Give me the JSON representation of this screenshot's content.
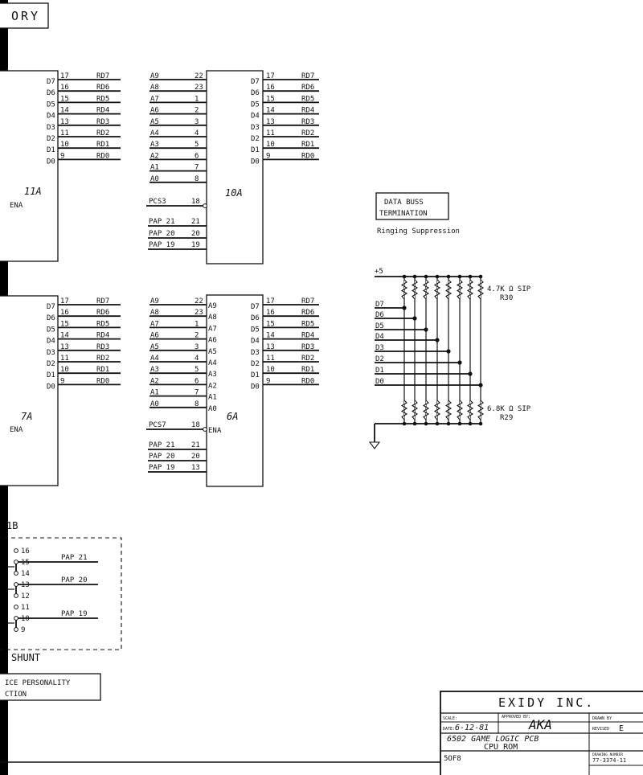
{
  "sheet_title_fragment": "ORY",
  "data_lines_right": [
    "RD7",
    "RD6",
    "RD5",
    "RD4",
    "RD3",
    "RD2",
    "RD1",
    "RD0"
  ],
  "data_pins_left_11A": [
    "D7",
    "D6",
    "D5",
    "D4",
    "D3",
    "D2",
    "D1",
    "D0"
  ],
  "data_pin_numbers": [
    "17",
    "16",
    "15",
    "14",
    "13",
    "11",
    "10",
    "9"
  ],
  "chip_11A": {
    "label": "11A",
    "enable": "ENA"
  },
  "chip_7A": {
    "label": "7A",
    "enable": "ENA"
  },
  "chip_10A": {
    "label": "10A",
    "addr_left": [
      "A9",
      "A8",
      "A7",
      "A6",
      "A5",
      "A4",
      "A3",
      "A2",
      "A1",
      "A0"
    ],
    "addr_pins": [
      "22",
      "23",
      "1",
      "2",
      "3",
      "4",
      "5",
      "6",
      "7",
      "8"
    ],
    "ctrl": [
      {
        "name": "PCS3",
        "pin": "18"
      },
      {
        "name": "PAP 21",
        "pin": "21"
      },
      {
        "name": "PAP 20",
        "pin": "20"
      },
      {
        "name": "PAP 19",
        "pin": "19"
      }
    ]
  },
  "chip_6A": {
    "label": "6A",
    "addr_left": [
      "A9",
      "A8",
      "A7",
      "A6",
      "A5",
      "A4",
      "A3",
      "A2",
      "A1",
      "A0"
    ],
    "addr_pins": [
      "22",
      "23",
      "1",
      "2",
      "3",
      "4",
      "5",
      "6",
      "7",
      "8"
    ],
    "addr_inside": [
      "A9",
      "A8",
      "A7",
      "A6",
      "A5",
      "A4",
      "A3",
      "A2",
      "A1",
      "A0"
    ],
    "enable_inside": "ENA",
    "ctrl": [
      {
        "name": "PCS7",
        "pin": "18"
      },
      {
        "name": "PAP 21",
        "pin": "21"
      },
      {
        "name": "PAP 20",
        "pin": "20"
      },
      {
        "name": "PAP 19",
        "pin": "13"
      }
    ]
  },
  "termination": {
    "box_line1": "DATA BUSS",
    "box_line2": "TERMINATION",
    "subtitle": "Ringing Suppression",
    "vcc": "+5",
    "top_sip_value": "4.7K Ω SIP",
    "top_sip_ref": "R30",
    "bottom_sip_value": "6.8K Ω SIP",
    "bottom_sip_ref": "R29",
    "lines": [
      "D7",
      "D6",
      "D5",
      "D4",
      "D3",
      "D2",
      "D1",
      "D0"
    ]
  },
  "shunt": {
    "ref": "1B",
    "pins": [
      "16",
      "15",
      "14",
      "13",
      "12",
      "11",
      "10",
      "9"
    ],
    "signals": [
      "PAP 21",
      "PAP 20",
      "PAP 19"
    ],
    "label": "SHUNT"
  },
  "personality_box": {
    "line1": "ICE PERSONALITY",
    "line2": "CTION"
  },
  "title_block": {
    "company": "EXIDY INC.",
    "scale_label": "SCALE:",
    "approved_label": "APPROVED BY:",
    "approved_sig": "AKA",
    "drawn_label": "DRAWN BY",
    "date_label": "DATE:",
    "date": "6-12-81",
    "revised_label": "REVISED",
    "revision": "E",
    "desc_line1": "6502 GAME LOGIC PCB",
    "desc_line2": "CPU ROM",
    "sheet": "5OF8",
    "drawing_label": "DRAWING NUMBER",
    "drawing_number": "77-3374-11"
  }
}
